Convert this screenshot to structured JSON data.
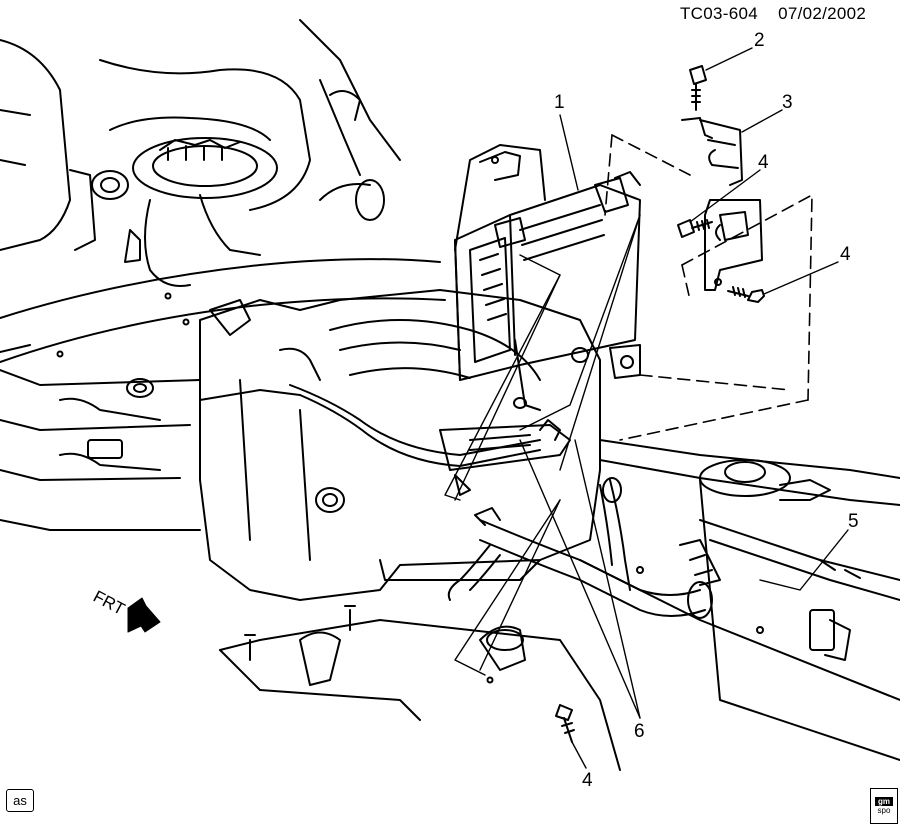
{
  "header": {
    "diagram_code": "TC03-604",
    "date": "07/02/2002"
  },
  "callouts": {
    "c1": "1",
    "c2": "2",
    "c3": "3",
    "c4a": "4",
    "c4b": "4",
    "c5": "5",
    "c6": "6",
    "c4c": "4"
  },
  "direction_marker": {
    "label": "FRT",
    "icon": "arrow-icon"
  },
  "badges": {
    "corner_code": "as",
    "logo_text_top": "gm",
    "logo_text_bottom": "spo"
  }
}
